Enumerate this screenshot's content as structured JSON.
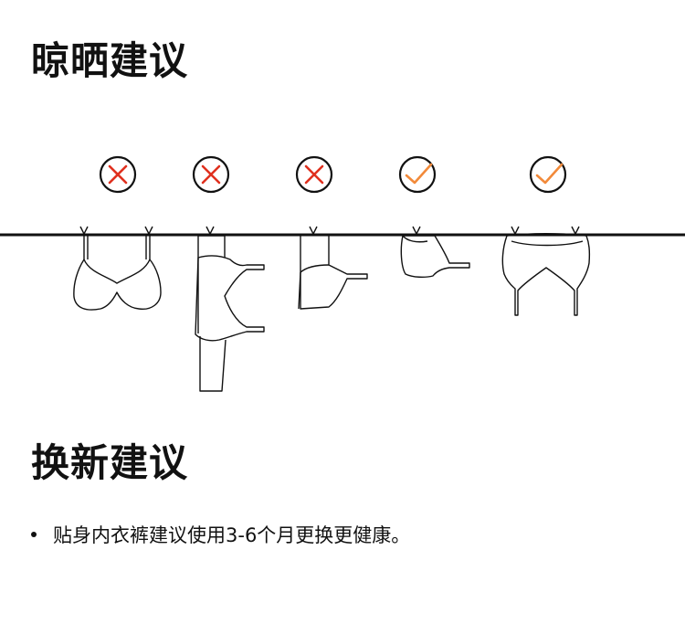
{
  "drying": {
    "title": "晾晒建议",
    "items": [
      {
        "verdict": "wrong"
      },
      {
        "verdict": "wrong"
      },
      {
        "verdict": "wrong"
      },
      {
        "verdict": "right"
      },
      {
        "verdict": "right"
      }
    ]
  },
  "replace": {
    "title": "换新建议",
    "tip": "贴身内衣裤建议使用3-6个月更换更健康。"
  },
  "colors": {
    "wrong": "#e0301e",
    "right": "#f28a3a",
    "ink": "#111111"
  }
}
